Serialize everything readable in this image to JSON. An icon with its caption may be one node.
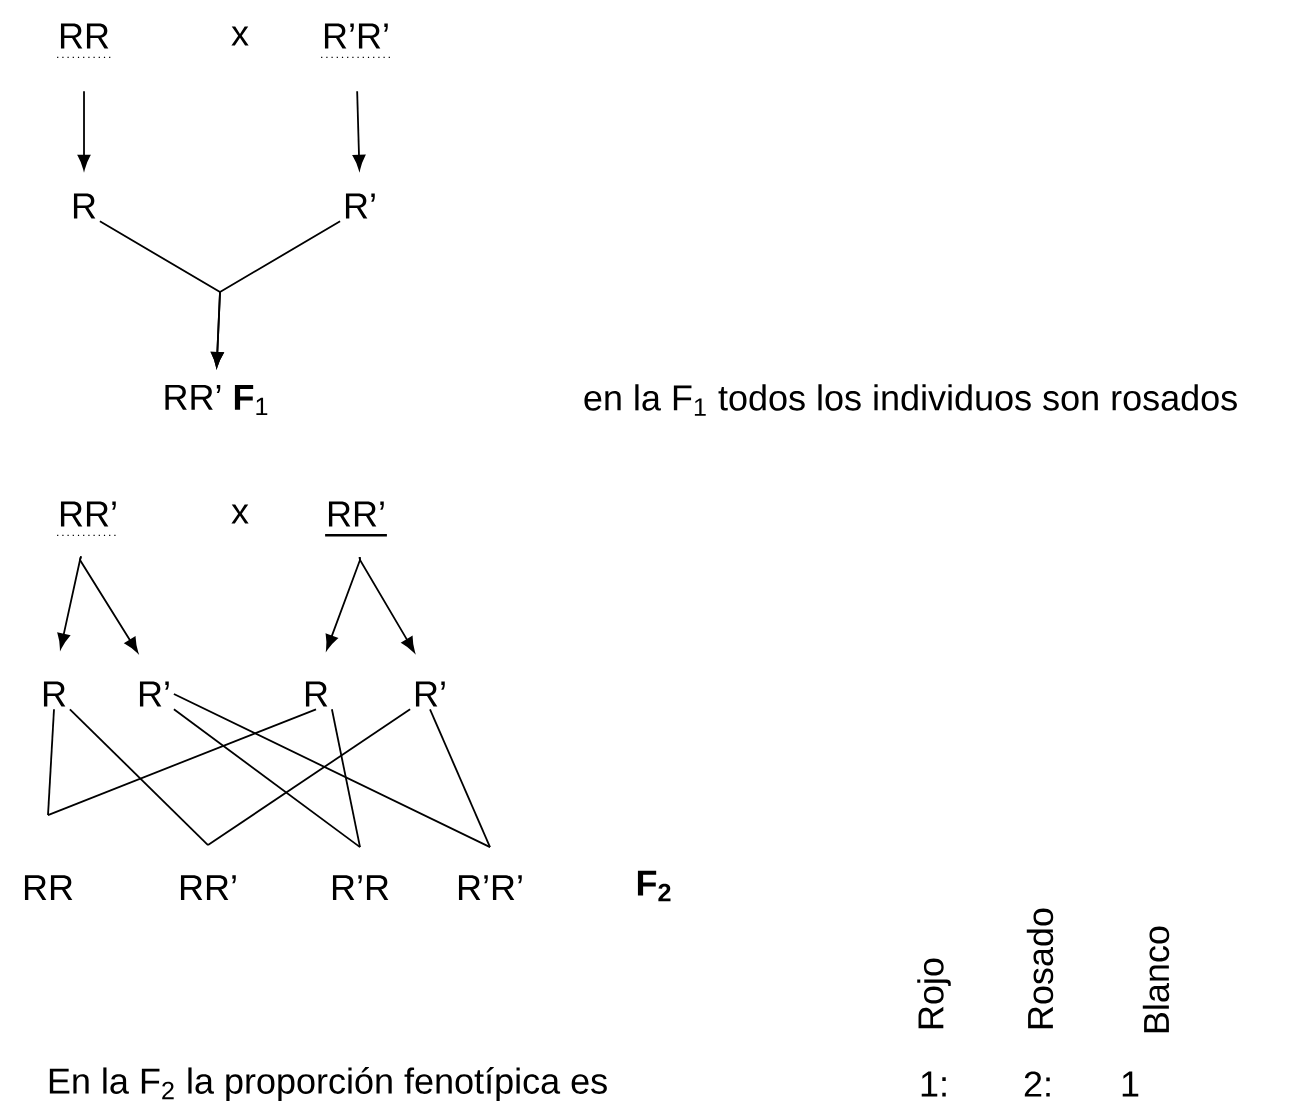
{
  "diagram": {
    "nodes": [
      {
        "text": [
          "RR"
        ]
      },
      {
        "text": [
          "R’R’"
        ]
      },
      {
        "text": [
          "R"
        ]
      },
      {
        "text": [
          "R’"
        ]
      },
      {
        "text": [
          "RR’ **F**$_{1}$"
        ]
      },
      {
        "text": [
          "RR’"
        ]
      },
      {
        "text": [
          "RR’"
        ]
      },
      {
        "text": [
          "R"
        ]
      },
      {
        "text": [
          "R’"
        ]
      },
      {
        "text": [
          "R"
        ]
      },
      {
        "text": [
          "R’"
        ]
      },
      {
        "text": [
          "RR"
        ]
      },
      {
        "text": [
          "RR’"
        ]
      },
      {
        "text": [
          "R’R"
        ]
      },
      {
        "text": [
          "R’R’"
        ]
      }
    ],
    "edges": [
      {
        "from": 0,
        "to": 2,
        "arrow": "to"
      },
      {
        "from": 1,
        "to": 3,
        "arrow": "to"
      },
      {
        "from": 2,
        "to": 4,
        "arrow": "to"
      },
      {
        "from": 3,
        "to": 4,
        "arrow": "to"
      },
      {
        "from": 5,
        "to": 7,
        "arrow": "to"
      },
      {
        "from": 5,
        "to": 8,
        "arrow": "to"
      },
      {
        "from": 6,
        "to": 9,
        "arrow": "to"
      },
      {
        "from": 6,
        "to": 10,
        "arrow": "to"
      },
      {
        "from": 7,
        "to": 11,
        "arrow": "none"
      },
      {
        "from": 9,
        "to": 11,
        "arrow": "none"
      },
      {
        "from": 7,
        "to": 12,
        "arrow": "none"
      },
      {
        "from": 10,
        "to": 12,
        "arrow": "none"
      },
      {
        "from": 8,
        "to": 13,
        "arrow": "none"
      },
      {
        "from": 9,
        "to": 13,
        "arrow": "none"
      },
      {
        "from": 8,
        "to": 14,
        "arrow": "none"
      },
      {
        "from": 10,
        "to": 14,
        "arrow": "none"
      }
    ],
    "labels": [
      "x",
      "en la F$_{1}$ todos los individuos son rosados",
      "x",
      "F$_{2}$",
      "Rojo",
      "Rosado",
      "Blanco",
      "En la F$_{2}$ la proporción fenotípica es",
      "1:",
      "2:",
      "1"
    ]
  }
}
